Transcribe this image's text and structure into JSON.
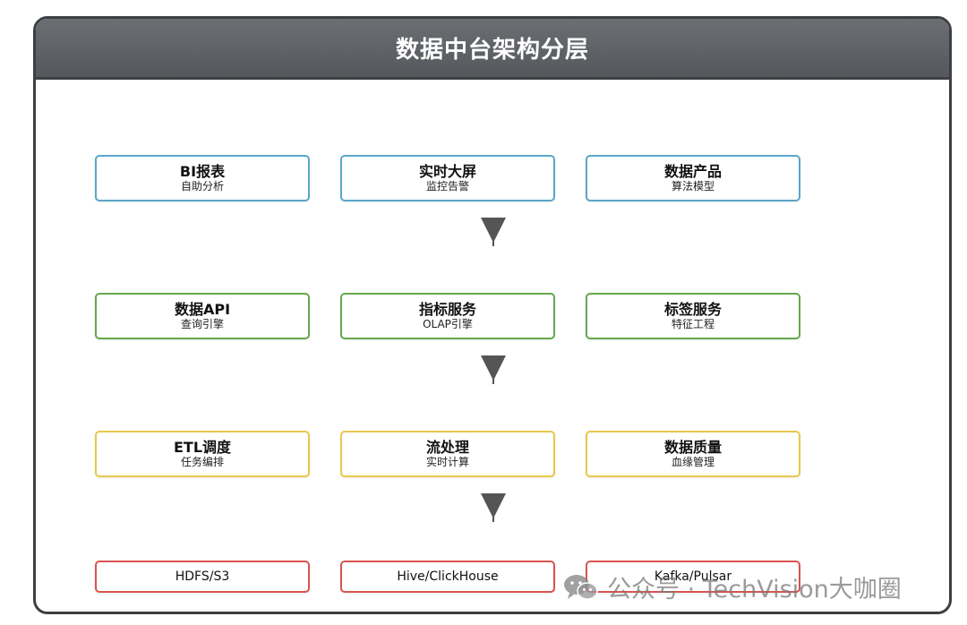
{
  "title": "数据中台架构分层",
  "colors": {
    "frame": "#3d3f42",
    "title_bar": "#5d6064",
    "arrow": "#555555",
    "layer1": "#5aa6c9",
    "layer2": "#63a84f",
    "layer3": "#e8c84a",
    "layer4": "#d9534f"
  },
  "layers": [
    {
      "boxes": [
        {
          "title": "BI报表",
          "sub": "自助分析"
        },
        {
          "title": "实时大屏",
          "sub": "监控告警"
        },
        {
          "title": "数据产品",
          "sub": "算法模型"
        }
      ]
    },
    {
      "boxes": [
        {
          "title": "数据API",
          "sub": "查询引擎"
        },
        {
          "title": "指标服务",
          "sub": "OLAP引擎"
        },
        {
          "title": "标签服务",
          "sub": "特征工程"
        }
      ]
    },
    {
      "boxes": [
        {
          "title": "ETL调度",
          "sub": "任务编排"
        },
        {
          "title": "流处理",
          "sub": "实时计算"
        },
        {
          "title": "数据质量",
          "sub": "血缘管理"
        }
      ]
    },
    {
      "boxes": [
        {
          "title": "HDFS/S3"
        },
        {
          "title": "Hive/ClickHouse"
        },
        {
          "title": "Kafka/Pulsar"
        }
      ]
    }
  ],
  "watermark": {
    "icon": "wechat-icon",
    "text": "公众号 · TechVision大咖圈"
  }
}
